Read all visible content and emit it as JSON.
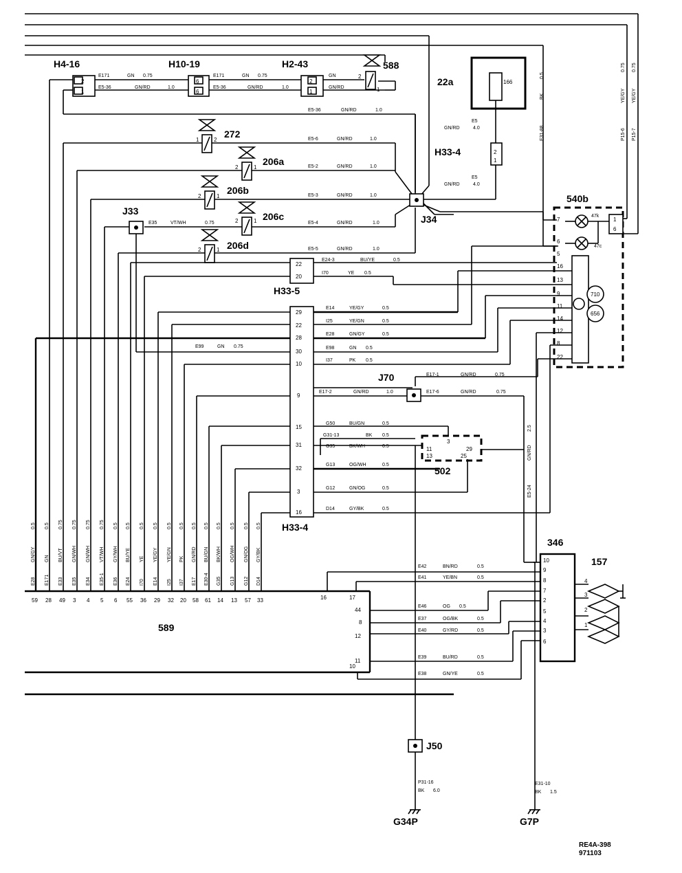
{
  "components": {
    "h4_16": "H4-16",
    "h10_19": "H10-19",
    "h2_43": "H2-43",
    "c588": "588",
    "c22a": "22a",
    "c166": "166",
    "c272": "272",
    "c206a": "206a",
    "c206b": "206b",
    "c206c": "206c",
    "c206d": "206d",
    "h33_4_top": "H33-4",
    "j33": "J33",
    "j34": "J34",
    "c540b": "540b",
    "h33_5": "H33-5",
    "j70": "J70",
    "c502": "502",
    "h33_4_bottom": "H33-4",
    "c346": "346",
    "c157": "157",
    "c589": "589",
    "j50": "J50",
    "g34p": "G34P",
    "g7p": "G7P"
  },
  "footer": {
    "ref": "RE4A-398",
    "date": "971103"
  },
  "wire_labels": {
    "e171_a": "E171",
    "gn_a": "GN",
    "v075_a": "0.75",
    "e536_a": "E5-36",
    "gnrd_a": "GN/RD",
    "v10_a": "1.0",
    "e171_b": "E171",
    "gn_b": "GN",
    "v075_b": "0.75",
    "e536_b": "E5-36",
    "gnrd_b": "GN/RD",
    "v10_b": "1.0",
    "gn_c": "GN",
    "gnrd_c": "GN/RD",
    "e536_c": "E5-36",
    "gnrd_d": "GN/RD",
    "v10_d": "1.0",
    "e56": "E5-6",
    "gnrd_e": "GN/RD",
    "v10_e": "1.0",
    "e52": "E5-2",
    "gnrd_f": "GN/RD",
    "v10_f": "1.0",
    "e53": "E5-3",
    "gnrd_g": "GN/RD",
    "v10_g": "1.0",
    "e54": "E5-4",
    "gnrd_h": "GN/RD",
    "v10_h": "1.0",
    "e55": "E5-5",
    "gnrd_i": "GN/RD",
    "v10_i": "1.0",
    "e35": "E35",
    "vtwh": "VT/WH",
    "v075_c": "0.75",
    "e5_a": "E5",
    "gnrd_j": "GN/RD",
    "v40_a": "4.0",
    "e5_b": "E5",
    "gnrd_k": "GN/RD",
    "v40_b": "4.0",
    "bk_v": "BK",
    "v05_v": "0.5",
    "e3188": "E31-88",
    "yegy_1": "YE/GY",
    "v075_y1": "0.75",
    "p156": "P15-6",
    "yegy_2": "YE/GY",
    "v075_y2": "0.75",
    "p157": "P15-7",
    "r47k": "47k",
    "r47c": "47c",
    "e243": "E24-3",
    "buye": "BU/YE",
    "v05_1": "0.5",
    "i70": "I70",
    "ye": "YE",
    "v05_2": "0.5",
    "e14": "E14",
    "yegy_3": "YE/GY",
    "v05_3": "0.5",
    "i25": "I25",
    "yegn": "YE/GN",
    "v05_4": "0.5",
    "e28": "E28",
    "gngy": "GN/GY",
    "v05_5": "0.5",
    "e99": "E99",
    "gn_d": "GN",
    "v075_d": "0.75",
    "e98": "E98",
    "gn_e": "GN",
    "v05_6": "0.5",
    "i37": "I37",
    "pk": "PK",
    "v05_7": "0.5",
    "e171x": "E17-1",
    "gnrd_l": "GN/RD",
    "v075_e": "0.75",
    "e172": "E17-2",
    "gnrd_m": "GN/RD",
    "v10_m": "1.0",
    "e176": "E17-6",
    "gnrd_n": "GN/RD",
    "v075_f": "0.75",
    "g50": "G50",
    "bugn": "BU/GN",
    "v05_8": "0.5",
    "g3113": "G31-13",
    "bk_1": "BK",
    "v05_9": "0.5",
    "g35": "G35",
    "bkwh": "BK/WH",
    "v05_10": "0.5",
    "g13": "G13",
    "ogwh": "OG/WH",
    "v05_11": "0.5",
    "g12": "G12",
    "gnog": "GN/OG",
    "v05_12": "0.5",
    "d14": "D14",
    "gybk": "GY/BK",
    "v05_13": "0.5",
    "v25": "2.5",
    "gnrd_v": "GN/RD",
    "e524": "E5-24",
    "e42": "E42",
    "bnrd": "BN/RD",
    "v05_14": "0.5",
    "e41": "E41",
    "yebn": "YE/BN",
    "v05_15": "0.5",
    "e46": "E46",
    "og": "OG",
    "v05_16": "0.5",
    "e37": "E37",
    "ogbk": "OG/BK",
    "v05_17": "0.5",
    "e40": "E40",
    "gyrd": "GY/RD",
    "v05_18": "0.5",
    "e39": "E39",
    "burd": "BU/RD",
    "v05_19": "0.5",
    "e38": "E38",
    "gnye": "GN/YE",
    "v05_20": "0.5",
    "p3116": "P31-16",
    "bk_2": "BK",
    "v60": "6.0",
    "e3110": "E31-10",
    "bk_3": "BK",
    "v15": "1.5"
  },
  "bottom_wires": [
    {
      "code": "E28",
      "color": "GN/GY",
      "size": "0.5",
      "pin": "59"
    },
    {
      "code": "E171",
      "color": "GN",
      "size": "0.5",
      "pin": "28"
    },
    {
      "code": "E33",
      "color": "BU/VT",
      "size": "0.75",
      "pin": "49"
    },
    {
      "code": "E35",
      "color": "GN/WH",
      "size": "0.75",
      "pin": "3"
    },
    {
      "code": "E34",
      "color": "GN/WH",
      "size": "0.75",
      "pin": "4"
    },
    {
      "code": "E35-1",
      "color": "VT/WH",
      "size": "0.75",
      "pin": "5"
    },
    {
      "code": "E36",
      "color": "GY/WH",
      "size": "0.5",
      "pin": "6"
    },
    {
      "code": "E24",
      "color": "BU/YE",
      "size": "0.5",
      "pin": "55"
    },
    {
      "code": "I70",
      "color": "YE",
      "size": "0.5",
      "pin": "36"
    },
    {
      "code": "E14",
      "color": "YE/GY",
      "size": "0.5",
      "pin": "29"
    },
    {
      "code": "I25",
      "color": "YE/GN",
      "size": "0.5",
      "pin": "32"
    },
    {
      "code": "I37",
      "color": "PK",
      "size": "0.5",
      "pin": "20"
    },
    {
      "code": "E17",
      "color": "GN/RD",
      "size": "0.5",
      "pin": "58"
    },
    {
      "code": "E30-4",
      "color": "BU/GN",
      "size": "0.5",
      "pin": "61"
    },
    {
      "code": "G35",
      "color": "BK/WH",
      "size": "0.5",
      "pin": "14"
    },
    {
      "code": "G13",
      "color": "OG/WH",
      "size": "0.5",
      "pin": "13"
    },
    {
      "code": "G12",
      "color": "GN/OG",
      "size": "0.5",
      "pin": "57"
    },
    {
      "code": "D14",
      "color": "GY/BK",
      "size": "0.5",
      "pin": "33"
    }
  ],
  "pins": {
    "h4_2": "2",
    "h4_1": "1",
    "h10_6a": "6",
    "h10_6b": "6",
    "h2_2": "2",
    "h2_1": "1",
    "c588_2": "2",
    "c588_1": "1",
    "c272_1": "1",
    "c272_2": "2",
    "c206a_2": "2",
    "c206a_1": "1",
    "c206b_2": "2",
    "c206b_1": "1",
    "c206c_2": "2",
    "c206c_1": "1",
    "c206d_2": "2",
    "c206d_1": "1",
    "sw_1": "1",
    "sw_2": "2",
    "c540_7": "7",
    "c540_1": "1",
    "c540_6": "6",
    "c540_6b": "6",
    "c540_5": "5",
    "c540_16": "16",
    "c540_13": "13",
    "c540_9": "9",
    "c540_11": "11",
    "c540_14": "14",
    "c540_12": "12",
    "c540_8": "8",
    "c540_22": "22",
    "c540_710": "710",
    "c540_656": "656",
    "h335_22": "22",
    "h335_20": "20",
    "h334_29": "29",
    "h334_22": "22",
    "h334_28": "28",
    "h334_30": "30",
    "h334_10": "10",
    "h334_9": "9",
    "h334_15": "15",
    "h334_31": "31",
    "h334_32": "32",
    "h334_3": "3",
    "h334_16": "16",
    "c502_3": "3",
    "c502_11": "11",
    "c502_13": "13",
    "c502_25": "25",
    "c502_29": "29",
    "c589_16": "16",
    "c589_17": "17",
    "c589_44": "44",
    "c589_8": "8",
    "c589_12": "12",
    "c589_11": "11",
    "c589_10": "10",
    "c346_10": "10",
    "c346_9": "9",
    "c346_8": "8",
    "c346_7": "7",
    "c346_2": "2",
    "c346_5": "5",
    "c346_4": "4",
    "c346_3": "3",
    "c346_6": "6",
    "c157_4": "4",
    "c157_3": "3",
    "c157_2": "2",
    "c157_1": "1"
  }
}
